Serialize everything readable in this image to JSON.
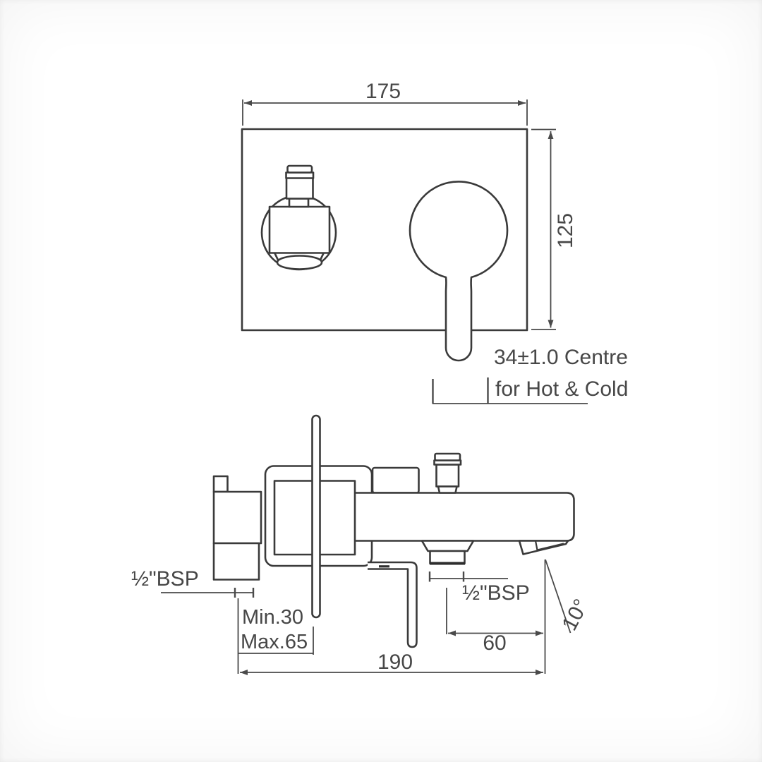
{
  "drawing": {
    "kind": "technical dimension drawing, wall-mounted bath and shower mixer, front view and side view"
  },
  "labels": {
    "top_width": "175",
    "top_height": "125",
    "centre_line1": "34±1.0 Centre",
    "centre_line2": "for Hot & Cold",
    "inlet_left": "½\"BSP",
    "depth_min": "Min.30",
    "depth_max": "Max.65",
    "overall_length": "190",
    "outlet_bottom": "½\"BSP",
    "spout_length": "60",
    "spout_angle": "10°"
  },
  "colors": {
    "background": "#ffffff",
    "part_line": "#3a3a3a",
    "dimension_line": "#4a4a4a",
    "text": "#474747"
  }
}
